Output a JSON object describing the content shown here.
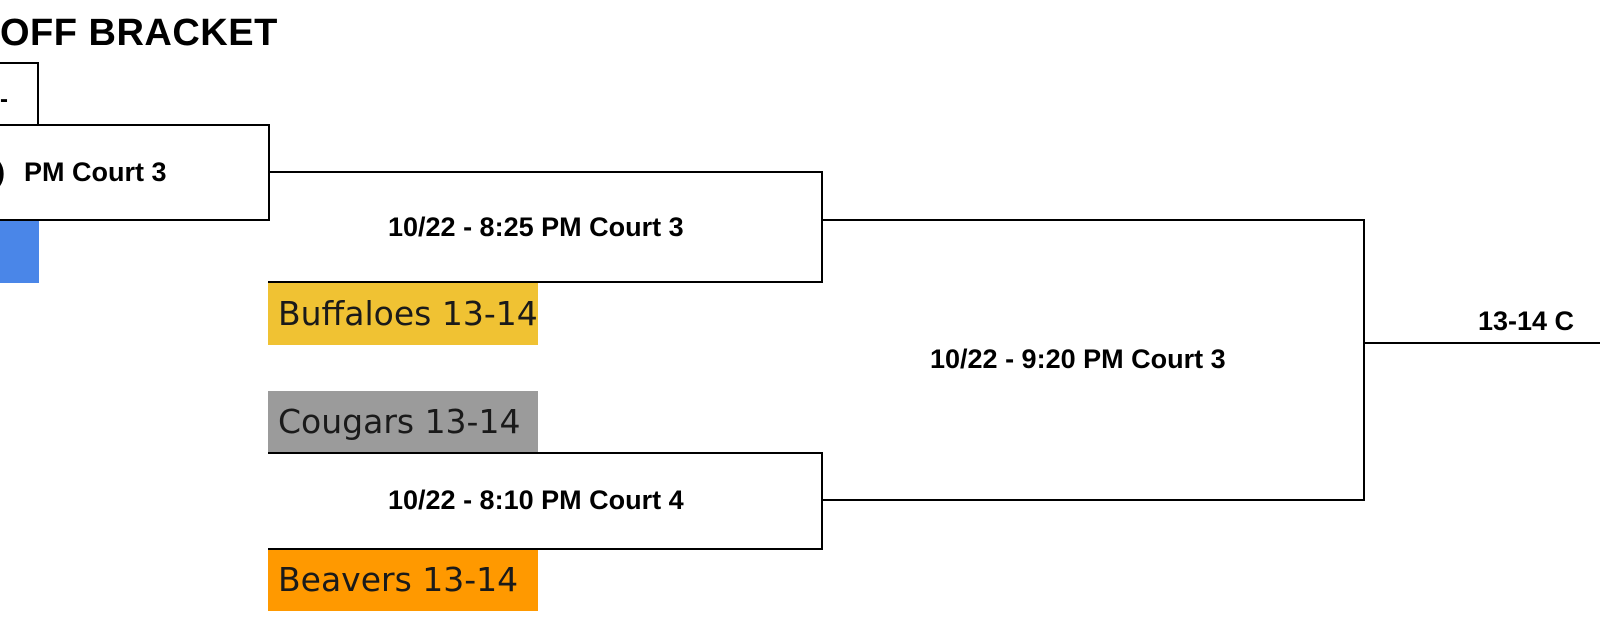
{
  "bracket": {
    "title": "OFF BRACKET",
    "games": {
      "left_partial": "PM Court 3",
      "left_partial_prefix": ")",
      "left_top_partial": "-",
      "semi_top": "10/22 - 8:25 PM Court 3",
      "semi_bottom": "10/22 - 8:10 PM Court 4",
      "final": "10/22 - 9:20 PM Court 3",
      "right_partial": "13-14 C"
    },
    "teams": [
      {
        "name": "Buffaloes 13-14",
        "color": "#f0c233"
      },
      {
        "name": "Cougars 13-14",
        "color": "#9b9b9b"
      },
      {
        "name": "Beavers 13-14",
        "color": "#ff9900"
      }
    ],
    "partial_swatch_color": "#4a86e8"
  }
}
